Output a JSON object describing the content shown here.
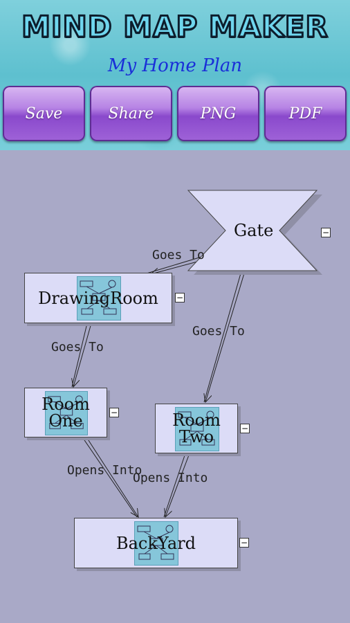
{
  "app": {
    "title": "MIND MAP MAKER",
    "project_title": "My Home Plan"
  },
  "toolbar": {
    "save": "Save",
    "share": "Share",
    "png": "PNG",
    "pdf": "PDF"
  },
  "nodes": {
    "gate": {
      "label": "Gate",
      "shape": "hourglass"
    },
    "drawing_room": {
      "label": "DrawingRoom"
    },
    "room_one": {
      "line1": "Room",
      "line2": "One"
    },
    "room_two": {
      "line1": "Room",
      "line2": "Two"
    },
    "back_yard": {
      "label": "BackYard"
    }
  },
  "edges": {
    "gate_drawing": "Goes To",
    "drawing_roomone": "Goes To",
    "gate_roomtwo": "Goes To",
    "roomone_backyard": "Opens Into",
    "roomtwo_backyard": "Opens Into"
  },
  "collapse_symbol": "−",
  "colors": {
    "canvas": "#a9a9c7",
    "node_fill": "#dcdcf7",
    "button_purple": "#9a5fd6",
    "header_teal": "#5ec0cf",
    "title_blue": "#1a2fd8"
  },
  "icons": {
    "collapse": "minus-box-icon",
    "thumbnail": "mindmap-thumbnail-icon"
  }
}
